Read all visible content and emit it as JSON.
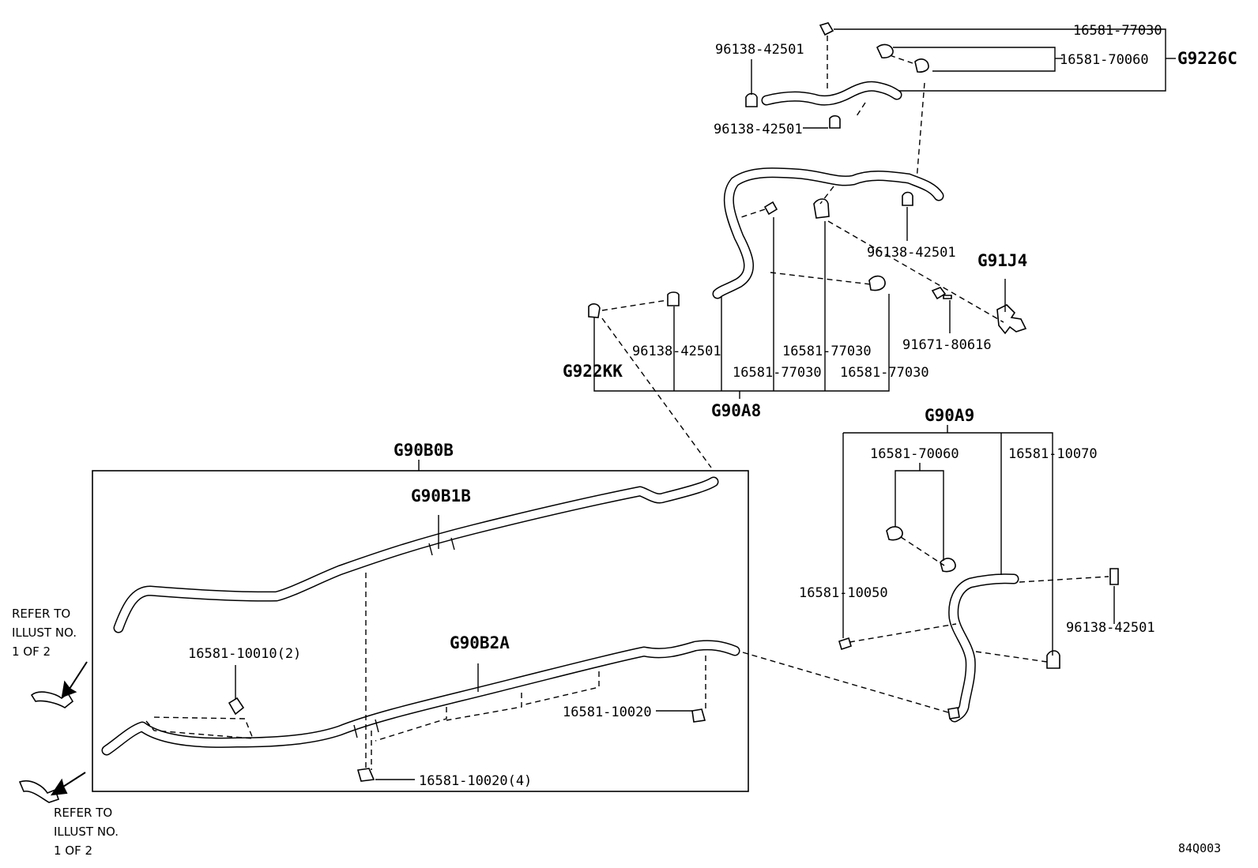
{
  "diagram": {
    "reference_code": "84Q003",
    "groups": {
      "g9226c": "G9226C",
      "g91j4": "G91J4",
      "g922kk": "G922KK",
      "g90a8": "G90A8",
      "g90a9": "G90A9",
      "g90b0b": "G90B0B",
      "g90b1b": "G90B1B",
      "g90b2a": "G90B2A"
    },
    "parts": {
      "p1": "16581-77030",
      "p2": "16581-70060",
      "p3": "96138-42501",
      "p4": "96138-42501",
      "p5": "96138-42501",
      "p6": "91671-80616",
      "p7": "96138-42501",
      "p8": "16581-77030",
      "p9": "16581-77030",
      "p10": "16581-77030",
      "p11": "16581-70060",
      "p12": "16581-10070",
      "p13": "16581-10050",
      "p14": "96138-42501",
      "p15": "16581-10010(2)",
      "p16": "16581-10020",
      "p17": "16581-10020(4)"
    },
    "notes": {
      "upper": [
        "REFER TO",
        "ILLUST NO.",
        "1 OF 2"
      ],
      "lower": [
        "REFER TO",
        "ILLUST NO.",
        "1 OF 2"
      ]
    }
  }
}
